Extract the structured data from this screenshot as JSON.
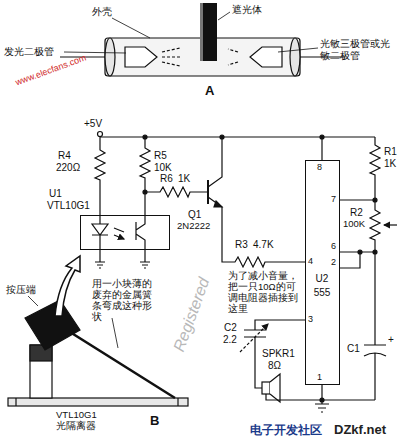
{
  "diagram": {
    "nodes": [
      {
        "text": [
          "U1",
          "VTL10G1"
        ]
      },
      {
        "text": [
          "U2",
          "555"
        ]
      }
    ],
    "labels": [
      "外壳",
      "遮光体",
      "发光二极管",
      "光敏三极管或光敏二极管",
      "A",
      "+5V",
      "R4",
      "220Ω",
      "R5",
      "10K",
      "R6",
      "1K",
      "Q1",
      "2N2222",
      "R3",
      "4.7K",
      "R1",
      "1K",
      "R2",
      "100K",
      "C1",
      "+",
      "C2",
      "2.2",
      "SPKR1",
      "8Ω",
      "8",
      "7",
      "6",
      "2",
      "4",
      "3",
      "1",
      "为了减小音量，把一只10Ω的可调电阻器插接到这里",
      "按压端",
      "用一小块薄的废弃的金属簧条弯成这种形状",
      "VTL10G1 光隔离器",
      "B",
      "www.elecfans.com",
      "Registered",
      "电子开发社区",
      "DZkf.net"
    ]
  }
}
